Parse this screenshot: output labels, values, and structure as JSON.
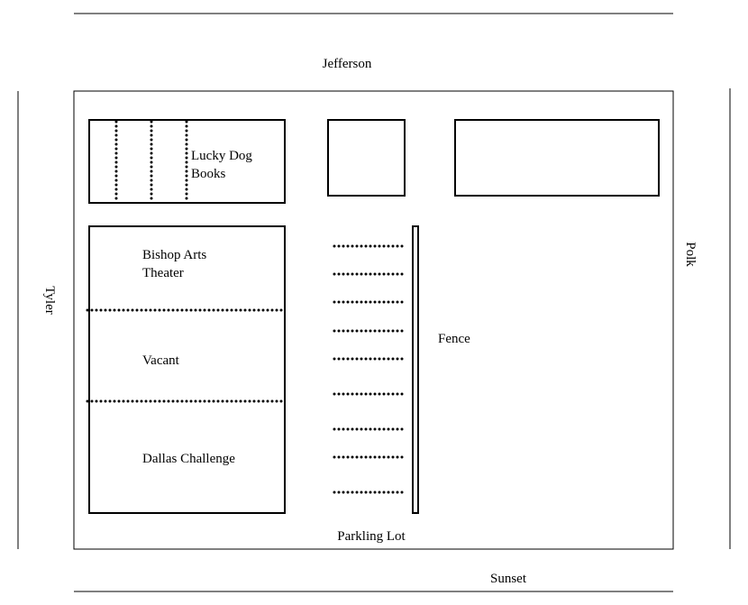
{
  "streets": {
    "north": "Jefferson",
    "south": "Sunset",
    "west": "Tyler",
    "east": "Polk"
  },
  "buildings": {
    "lucky_dog": {
      "line1": "Lucky Dog",
      "line2": "Books"
    },
    "bishop_arts": {
      "line1": "Bishop Arts",
      "line2": "Theater"
    },
    "vacant": "Vacant",
    "dallas_challenge": "Dallas Challenge"
  },
  "parking_lot": "Parkling Lot",
  "fence": "Fence",
  "parking_stripes": 9
}
